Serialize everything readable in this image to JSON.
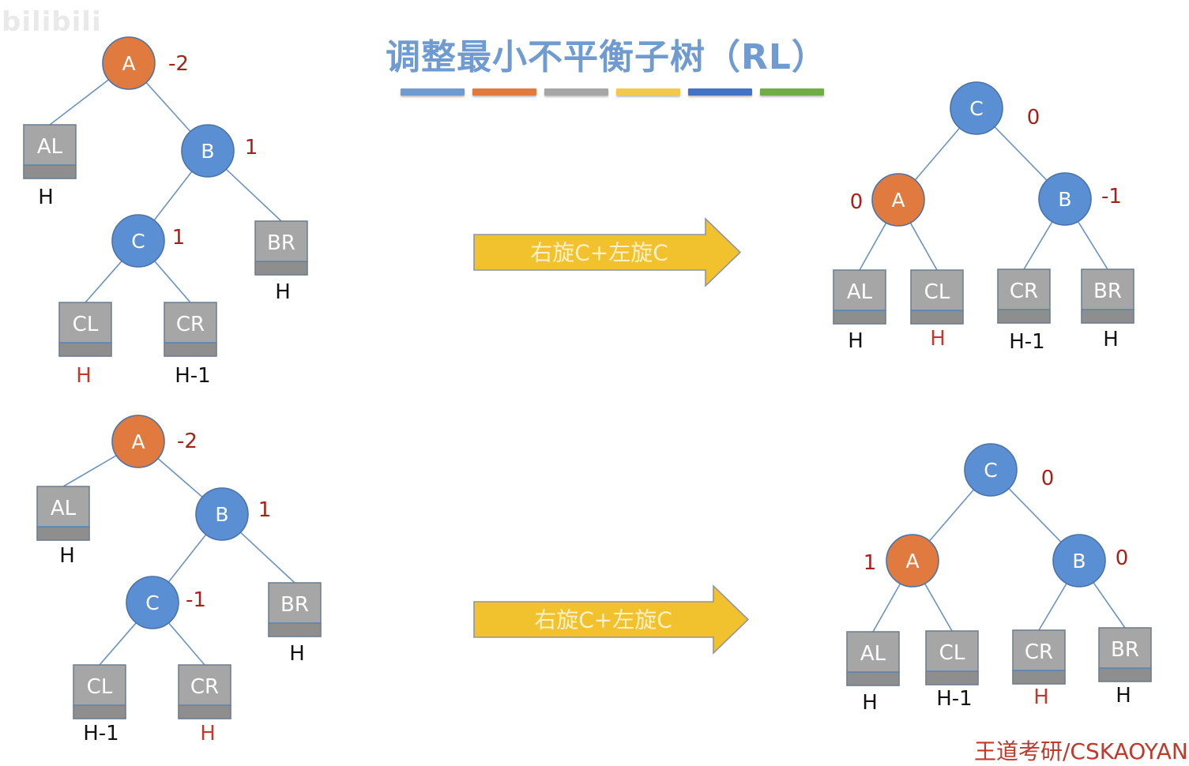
{
  "watermark": "bilibili",
  "title": "调整最小不平衡子树（RL）",
  "color_bars": [
    "#6f9bd1",
    "#e07a3f",
    "#a6a6a6",
    "#f2c94c",
    "#4472c4",
    "#70ad47"
  ],
  "colors": {
    "node_blue": "#5b8fd4",
    "node_orange": "#e07a3f",
    "box": "#a6a6a6",
    "balance": "#a8201a",
    "height_black": "#111111",
    "height_red": "#c0392b",
    "arrow": "#f2c12e",
    "arrow_text": "#fdf1c6"
  },
  "arrows": [
    {
      "label": "右旋C+左旋C"
    },
    {
      "label": "右旋C+左旋C"
    }
  ],
  "footer": "王道考研/CSKAOYAN",
  "diagrams": [
    {
      "id": "top-before",
      "nodes": [
        {
          "id": "A",
          "label": "A",
          "color": "orange",
          "balance": "-2"
        },
        {
          "id": "B",
          "label": "B",
          "color": "blue",
          "balance": "1"
        },
        {
          "id": "C",
          "label": "C",
          "color": "blue",
          "balance": "1"
        }
      ],
      "subtrees": [
        {
          "id": "AL",
          "label": "AL",
          "height": "H",
          "height_color": "black"
        },
        {
          "id": "BR",
          "label": "BR",
          "height": "H",
          "height_color": "black"
        },
        {
          "id": "CL",
          "label": "CL",
          "height": "H",
          "height_color": "red"
        },
        {
          "id": "CR",
          "label": "CR",
          "height": "H-1",
          "height_color": "black"
        }
      ]
    },
    {
      "id": "top-after",
      "nodes": [
        {
          "id": "C",
          "label": "C",
          "color": "blue",
          "balance": "0"
        },
        {
          "id": "A",
          "label": "A",
          "color": "orange",
          "balance": "0"
        },
        {
          "id": "B",
          "label": "B",
          "color": "blue",
          "balance": "-1"
        }
      ],
      "subtrees": [
        {
          "id": "AL",
          "label": "AL",
          "height": "H",
          "height_color": "black"
        },
        {
          "id": "CL",
          "label": "CL",
          "height": "H",
          "height_color": "red"
        },
        {
          "id": "CR",
          "label": "CR",
          "height": "H-1",
          "height_color": "black"
        },
        {
          "id": "BR",
          "label": "BR",
          "height": "H",
          "height_color": "black"
        }
      ]
    },
    {
      "id": "bottom-before",
      "nodes": [
        {
          "id": "A",
          "label": "A",
          "color": "orange",
          "balance": "-2"
        },
        {
          "id": "B",
          "label": "B",
          "color": "blue",
          "balance": "1"
        },
        {
          "id": "C",
          "label": "C",
          "color": "blue",
          "balance": "-1"
        }
      ],
      "subtrees": [
        {
          "id": "AL",
          "label": "AL",
          "height": "H",
          "height_color": "black"
        },
        {
          "id": "BR",
          "label": "BR",
          "height": "H",
          "height_color": "black"
        },
        {
          "id": "CL",
          "label": "CL",
          "height": "H-1",
          "height_color": "black"
        },
        {
          "id": "CR",
          "label": "CR",
          "height": "H",
          "height_color": "red"
        }
      ]
    },
    {
      "id": "bottom-after",
      "nodes": [
        {
          "id": "C",
          "label": "C",
          "color": "blue",
          "balance": "0"
        },
        {
          "id": "A",
          "label": "A",
          "color": "orange",
          "balance": "1"
        },
        {
          "id": "B",
          "label": "B",
          "color": "blue",
          "balance": "0"
        }
      ],
      "subtrees": [
        {
          "id": "AL",
          "label": "AL",
          "height": "H",
          "height_color": "black"
        },
        {
          "id": "CL",
          "label": "CL",
          "height": "H-1",
          "height_color": "black"
        },
        {
          "id": "CR",
          "label": "CR",
          "height": "H",
          "height_color": "red"
        },
        {
          "id": "BR",
          "label": "BR",
          "height": "H",
          "height_color": "black"
        }
      ]
    }
  ]
}
